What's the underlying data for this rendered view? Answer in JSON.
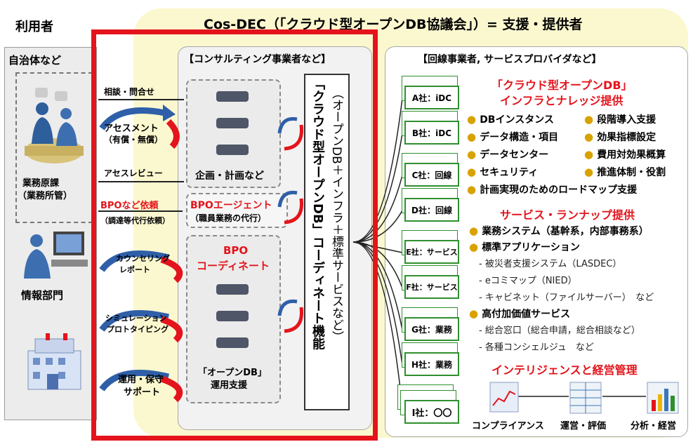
{
  "header": {
    "user_label": "利用者",
    "org_title": "Cos-DEC（「クラウド型オープンDB協議会」）= 支援・提供者"
  },
  "users": {
    "title": "自治体など",
    "dept1": [
      "業務原課",
      "（業務所管）"
    ],
    "dept2": "情報部門"
  },
  "actions": {
    "consult": "相談・問合せ",
    "assessment": [
      "アセスメント",
      "（有償・無償）"
    ],
    "review": "アセスレビュー",
    "bpo_request": "BPOなど依頼",
    "bpo_request_sub": "（調達等代行依頼）",
    "counseling": [
      "カウンセリング",
      "レポート"
    ],
    "simulation": [
      "シミュレーション",
      "プロトタイピング"
    ],
    "operation": [
      "運用・保守",
      "サポート"
    ]
  },
  "consultants": {
    "title": "【コンサルティング事業者など】",
    "planning": "企画・計画など",
    "bpo_agent": "BPOエージェント",
    "bpo_agent_sub": "（職員業務の代行）",
    "bpo_coord": [
      "BPO",
      "コーディネート"
    ],
    "open_db_ops": [
      "「オープンDB」",
      "運用支援"
    ]
  },
  "coordinate": {
    "line1": "（オープンDB＋インフラ＋標準サービスなど）",
    "line2": "「クラウド型オープンDB」コーディネート機能"
  },
  "providers": {
    "title": "【回線事業者, サービスプロバイダなど】",
    "companies": [
      "A社：iDC",
      "B社：iDC",
      "C社：回線",
      "D社：回線",
      "E社：サービス",
      "F社：サービス",
      "G社：業務",
      "H社：業務",
      "I社：〇〇"
    ],
    "infra_title": [
      "「クラウド型オープンDB」",
      "インフラとナレッジ提供"
    ],
    "infra_left": [
      "DBインスタンス",
      "データ構造・項目",
      "データセンター",
      "セキュリティ"
    ],
    "infra_right": [
      "段階導入支援",
      "効果指標設定",
      "費用対効果概算",
      "推進体制・役割"
    ],
    "roadmap": "計画実現のためのロードマップ支援",
    "service_title": "サービス・ランナップ提供",
    "services": {
      "business": "業務システム（基幹系，内部事務系）",
      "standard": "標準アプリケーション",
      "standard_items": [
        "- 被災者支援システム（LASDEC）",
        "- eコミマップ（NIED）",
        "- キャビネット（ファイルサーバー）　など"
      ],
      "high_value": "高付加価値サービス",
      "high_value_items": [
        "- 総合窓口（総合申請，総合相談など）",
        "- 各種コンシェルジュ　など"
      ]
    },
    "intel_title": "インテリジェンスと経営管理",
    "intel_items": [
      "コンプライアンス",
      "運営・評価",
      "分析・経営"
    ]
  },
  "colors": {
    "red": "#e4141c",
    "yellow_bg": "#fbf8cf",
    "green": "#2f8f2f",
    "bullet": "#d8a200",
    "blue_arrow": "#2f5fa8"
  },
  "icons": [
    "meeting-people-icon",
    "computer-user-icon",
    "city-hall-icon",
    "cycle-arrow-icon",
    "line-chart-icon",
    "table-icon",
    "bar-chart-icon"
  ]
}
